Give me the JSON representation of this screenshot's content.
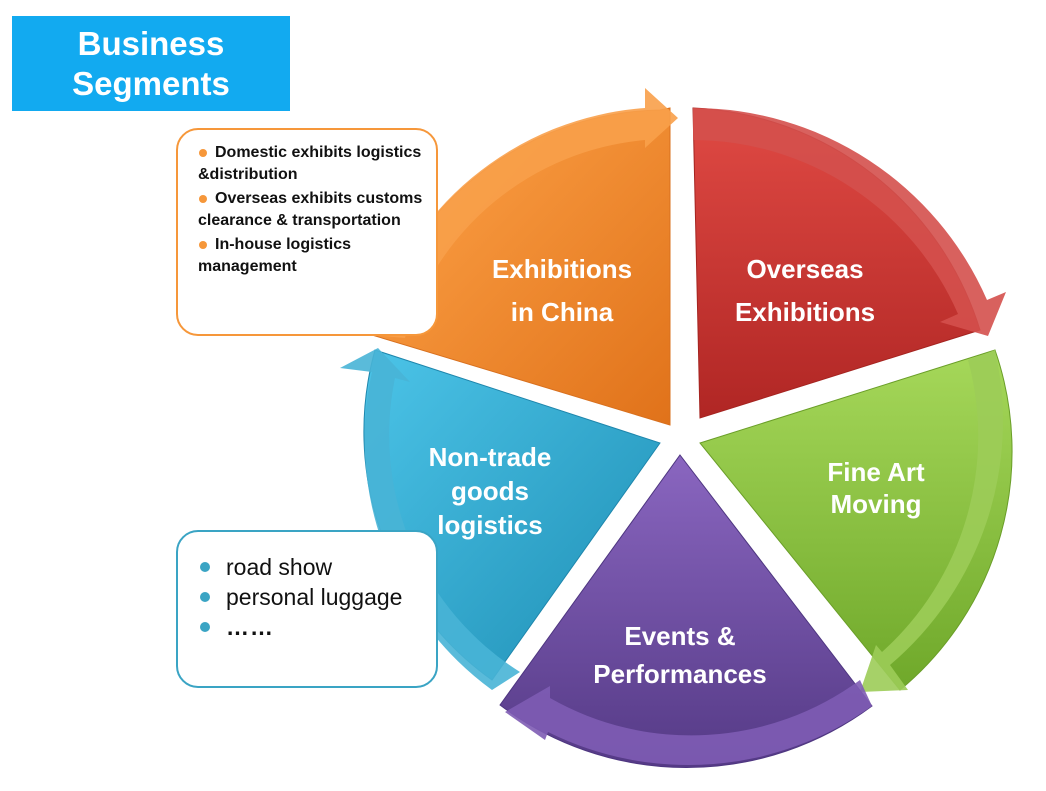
{
  "title": {
    "line1": "Business",
    "line2": "Segments"
  },
  "segments": [
    {
      "name": "china",
      "line1": "Exhibitions",
      "line2": "in China",
      "line3": "",
      "color": "#f6882a"
    },
    {
      "name": "overseas",
      "line1": "Overseas",
      "line2": "Exhibitions",
      "line3": "",
      "color": "#c8302c"
    },
    {
      "name": "fineart",
      "line1": "Fine Art",
      "line2": "Moving",
      "line3": "",
      "color": "#8cc63e"
    },
    {
      "name": "events",
      "line1": "Events &",
      "line2": "Performances",
      "line3": "",
      "color": "#6a4a9a"
    },
    {
      "name": "nontrade",
      "line1": "Non-trade",
      "line2": "goods",
      "line3": "logistics",
      "color": "#2ea8cf"
    }
  ],
  "callouts": {
    "china": {
      "items": [
        "Domestic exhibits logistics &distribution",
        "Overseas exhibits customs clearance & transportation",
        "In-house logistics management"
      ],
      "color": "#f6973a"
    },
    "nontrade": {
      "items": [
        "road show",
        "personal luggage",
        "……"
      ],
      "color": "#3aa4c4"
    }
  }
}
